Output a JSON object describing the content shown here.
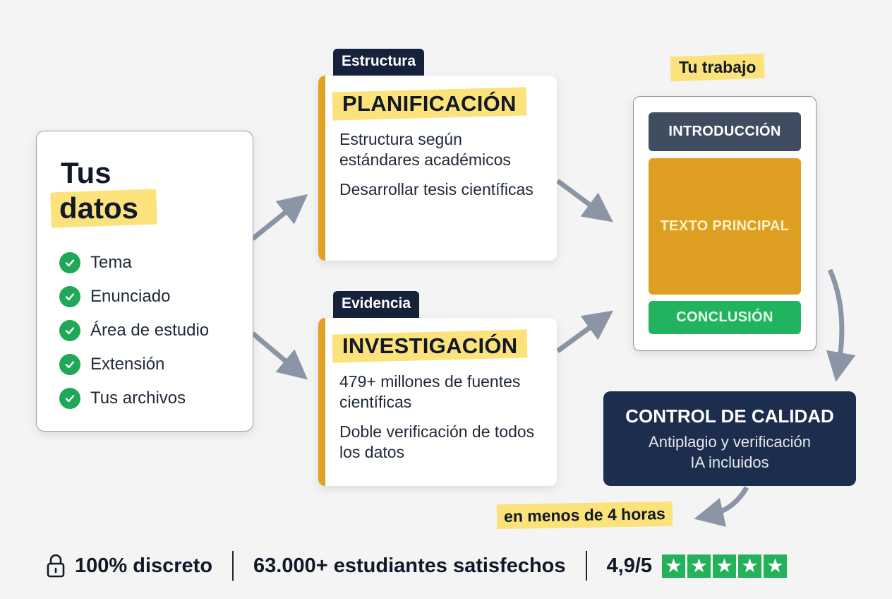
{
  "input": {
    "title_line1": "Tus",
    "title_line2": "datos",
    "items": [
      "Tema",
      "Enunciado",
      "Área de estudio",
      "Extensión",
      "Tus archivos"
    ]
  },
  "planning": {
    "tag": "Estructura",
    "title": "PLANIFICACIÓN",
    "points": [
      "Estructura según estándares académicos",
      "Desarrollar tesis científicas"
    ]
  },
  "research": {
    "tag": "Evidencia",
    "title": "INVESTIGACIÓN",
    "points": [
      "479+ millones de fuentes científicas",
      "Doble verificación de todos los datos"
    ]
  },
  "output": {
    "label": "Tu trabajo",
    "sections": [
      {
        "label": "INTRODUCCIÓN",
        "color": "#404d60"
      },
      {
        "label": "TEXTO PRINCIPAL",
        "color": "#de9e22"
      },
      {
        "label": "CONCLUSIÓN",
        "color": "#22b35e"
      }
    ]
  },
  "quality": {
    "title": "CONTROL DE CALIDAD",
    "line1": "Antiplagio y verificación",
    "line2": "IA incluidos"
  },
  "deadline": "en menos de 4 horas",
  "footer": {
    "discreet": "100% discreto",
    "students": "63.000+ estudiantes satisfechos",
    "rating": "4,9/5",
    "stars": 5,
    "icons": [
      "lock-icon",
      "star-icon"
    ]
  },
  "colors": {
    "accent_yellow": "#fbe27a",
    "accent_orange": "#e0a126",
    "navy": "#1c2d4e",
    "green": "#22b35e",
    "arrow_gray": "#8b95a6"
  }
}
